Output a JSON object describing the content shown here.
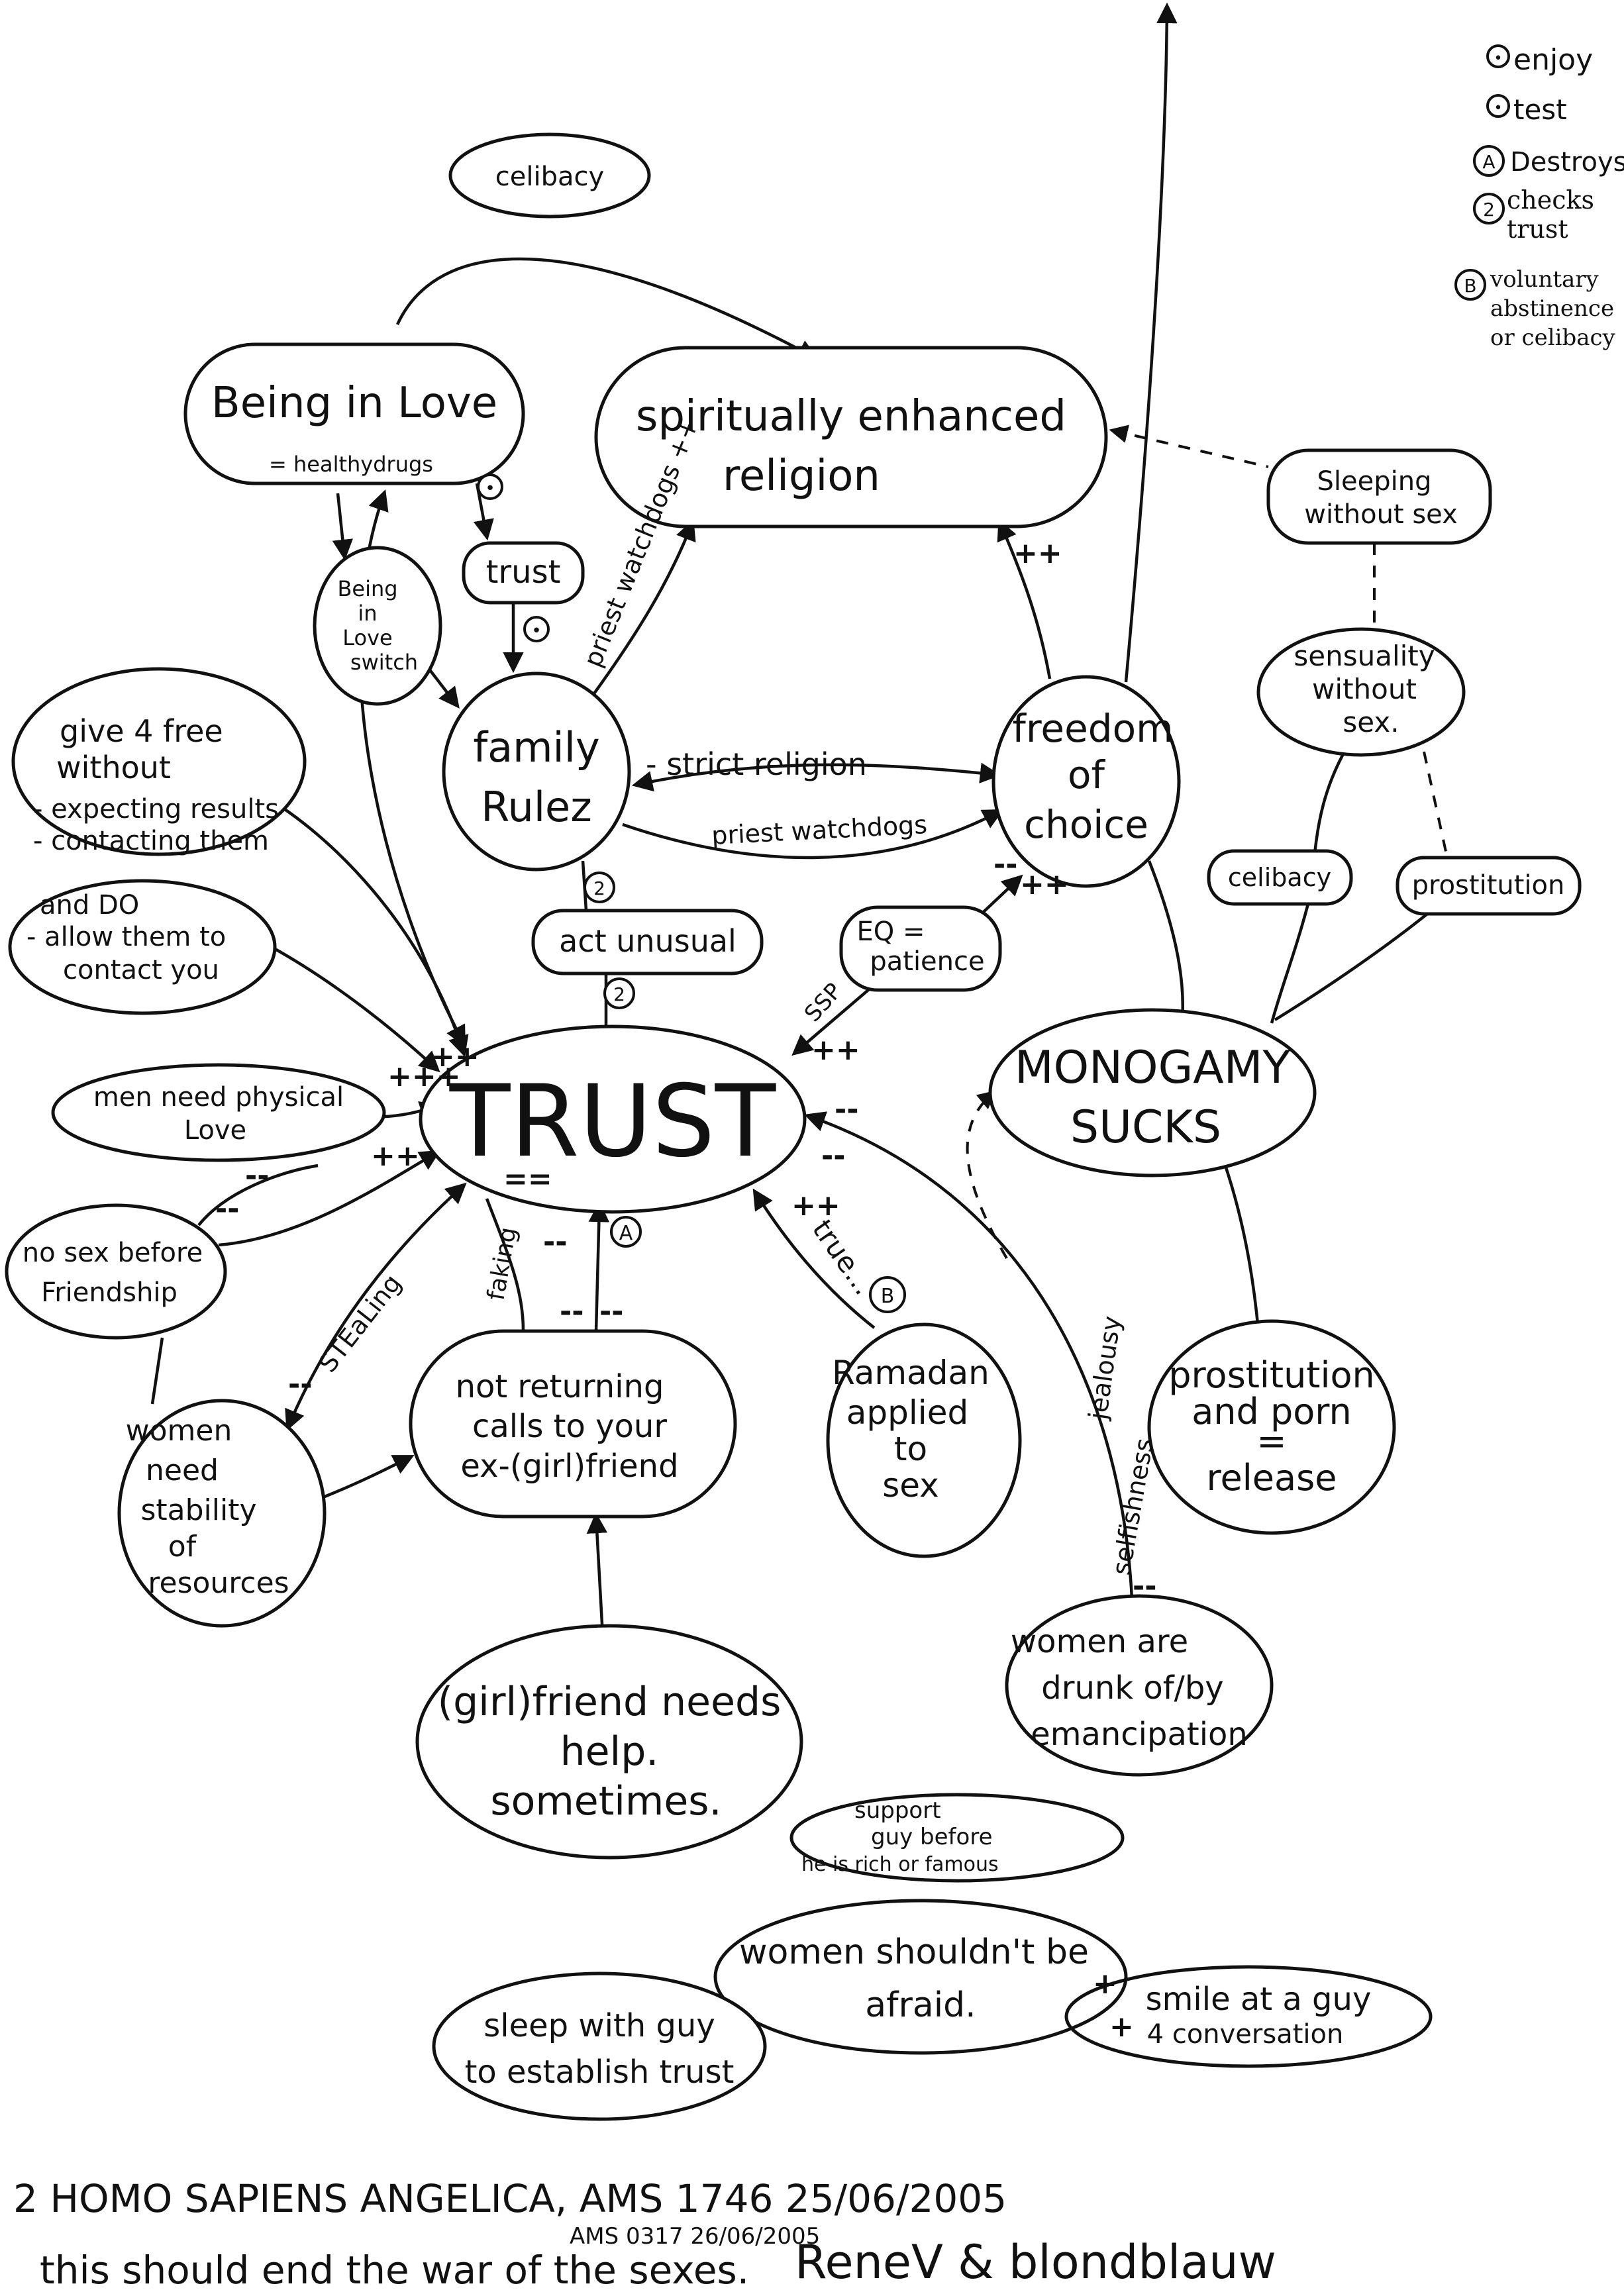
{
  "nodes": {
    "celibacy_top": "celibacy",
    "being_in_love": "Being in Love",
    "healthy_drugs": "= healthydrugs",
    "spiritually": [
      "spiritually enhanced",
      "religion"
    ],
    "sleeping": [
      "Sleeping",
      "without sex"
    ],
    "being_in_love_switch": [
      "Being",
      "in",
      "Love",
      "switch"
    ],
    "trust_small": "trust",
    "family_rulez": [
      "family",
      "Rulez"
    ],
    "freedom": [
      "freedom",
      "of",
      "choice"
    ],
    "sensuality": [
      "sensuality",
      "without",
      "sex."
    ],
    "give_free": [
      "give 4 free",
      "without",
      "- expecting results",
      "- contacting them"
    ],
    "allow_contact": [
      "and DO",
      "- allow them to",
      "contact you"
    ],
    "act_unusual": "act unusual",
    "eq_patience": [
      "EQ =",
      "patience"
    ],
    "celibacy_right": "celibacy",
    "prostitution_right": "prostitution",
    "trust_big": "TRUST",
    "monogamy": [
      "MONOGAMY",
      "SUCKS"
    ],
    "men_need": [
      "men need physical",
      "Love"
    ],
    "no_sex": [
      "no sex before",
      "Friendship"
    ],
    "women_stability": [
      "women",
      "need",
      "stability",
      "of",
      "resources"
    ],
    "not_returning": [
      "not returning",
      "calls to your",
      "ex-(girl)friend"
    ],
    "ramadan": [
      "Ramadan",
      "applied",
      "to",
      "sex"
    ],
    "prostitution_porn": [
      "prostitution",
      "and porn",
      "=",
      "release"
    ],
    "girlfriend_help": [
      "(girl)friend needs",
      "help.",
      "sometimes."
    ],
    "women_drunk": [
      "women are",
      "drunk of/by",
      "emancipation"
    ],
    "support_guy": [
      "support",
      "guy before",
      "he is rich or famous"
    ],
    "women_afraid": [
      "women shouldn't be",
      "afraid."
    ],
    "smile_guy": [
      "smile at a guy",
      "4 conversation"
    ],
    "sleep_guy": [
      "sleep with guy",
      "to establish trust"
    ]
  },
  "edge_labels": {
    "priest_watchdogs_diag": "priest watchdogs ++",
    "strict_religion": "- strict religion",
    "priest_watchdogs": "priest watchdogs",
    "ssp": "SSP",
    "stealing": "STEaLing",
    "faking": "faking",
    "true": "true...",
    "selfishness": "selfishness",
    "jealousy": "jealousy"
  },
  "markers": {
    "plus_plus": "++",
    "plus_plus_plus": "+++",
    "minus_minus": "--",
    "equals_equals": "==",
    "plus": "+",
    "m_a": "A",
    "m_b": "B",
    "m_2": "2",
    "m_dot": "•"
  },
  "legend": [
    {
      "symbol": "•",
      "text": "enjoy"
    },
    {
      "symbol": "•",
      "text": "test"
    },
    {
      "symbol": "A",
      "text": "Destroys"
    },
    {
      "symbol": "2",
      "text": "checks trust"
    },
    {
      "symbol": "B",
      "text": "voluntary abstinence or celibacy"
    }
  ],
  "footer": {
    "line1": "2 HOMO SAPIENS ANGELICA, AMS 1746 25/06/2005",
    "line2": "AMS 0317 26/06/2005",
    "line3": "this should end the war of the sexes.",
    "signature": "ReneV & blondblauw"
  }
}
